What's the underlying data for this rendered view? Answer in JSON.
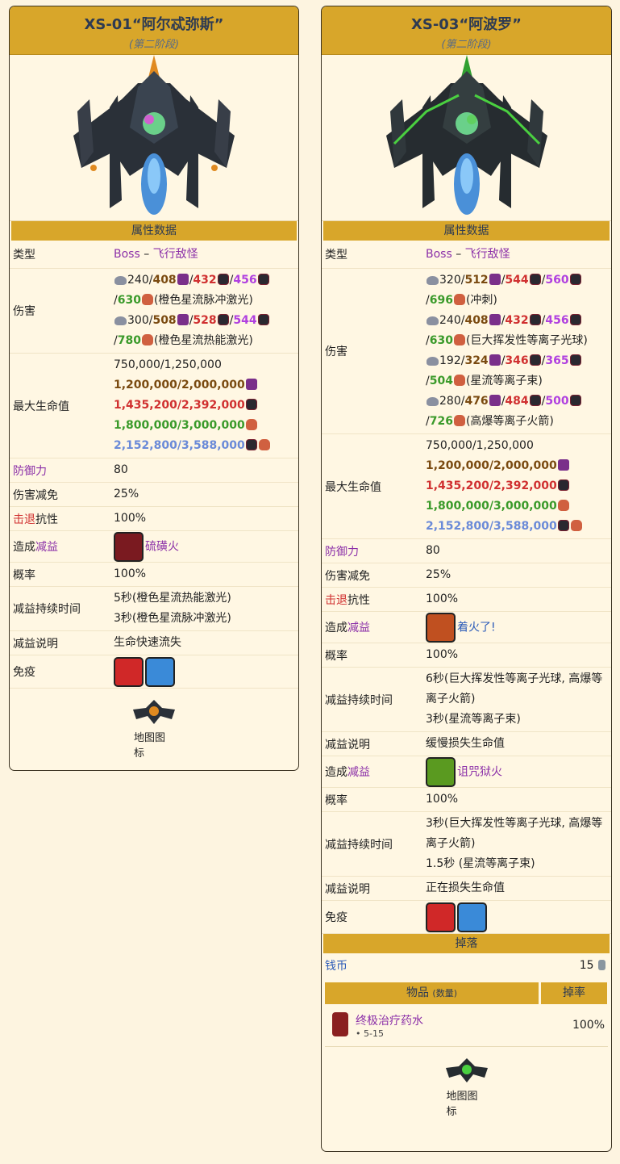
{
  "cards": [
    {
      "title": "XS-01“阿尔忒弥斯”",
      "stage": "(第二阶段)",
      "section_stats": "属性数据",
      "type_label": "类型",
      "type_boss": "Boss",
      "type_dash": " – ",
      "type_cat": "飞行敌怪",
      "damage_label": "伤害",
      "damage_lines": [
        {
          "base": "240/",
          "expert": "408",
          "master": "432",
          "legendary": "456",
          "gfb": "630",
          "desc": "(橙色星流脉冲激光)"
        },
        {
          "base": "300/",
          "expert": "508",
          "master": "528",
          "legendary": "544",
          "gfb": "780",
          "desc": "(橙色星流热能激光)"
        }
      ],
      "hp_label": "最大生命值",
      "hp": [
        "750,000/1,250,000",
        "1,200,000/2,000,000",
        "1,435,200/2,392,000",
        "1,800,000/3,000,000",
        "2,152,800/3,588,000"
      ],
      "defense_label": "防御力",
      "defense": "80",
      "dr_label": "伤害减免",
      "dr": "25%",
      "kb_label_a": "击退",
      "kb_label_b": "抗性",
      "kb": "100%",
      "debuff_label_a": "造成",
      "debuff_label_b": "减益",
      "debuffs": [
        {
          "name": "硫磺火",
          "chance_label": "概率",
          "chance": "100%",
          "duration_label": "减益持续时间",
          "durations": [
            "5秒(橙色星流热能激光)",
            "3秒(橙色星流脉冲激光)"
          ],
          "desc_label": "减益说明",
          "desc": "生命快速流失"
        }
      ],
      "immune_label": "免疫",
      "map_label": "地图图标"
    },
    {
      "title": "XS-03“阿波罗”",
      "stage": "(第二阶段)",
      "section_stats": "属性数据",
      "type_label": "类型",
      "type_boss": "Boss",
      "type_dash": " – ",
      "type_cat": "飞行敌怪",
      "damage_label": "伤害",
      "damage_lines": [
        {
          "base": "320/",
          "expert": "512",
          "master": "544",
          "legendary": "560",
          "gfb": "696",
          "desc": "(冲刺)"
        },
        {
          "base": "240/",
          "expert": "408",
          "master": "432",
          "legendary": "456",
          "gfb": "630",
          "desc": "(巨大挥发性等离子光球)"
        },
        {
          "base": "192/",
          "expert": "324",
          "master": "346",
          "legendary": "365",
          "gfb": "504",
          "desc": "(星流等离子束)"
        },
        {
          "base": "280/",
          "expert": "476",
          "master": "484",
          "legendary": "500",
          "gfb": "726",
          "desc": "(高爆等离子火箭)"
        }
      ],
      "hp_label": "最大生命值",
      "hp": [
        "750,000/1,250,000",
        "1,200,000/2,000,000",
        "1,435,200/2,392,000",
        "1,800,000/3,000,000",
        "2,152,800/3,588,000"
      ],
      "defense_label": "防御力",
      "defense": "80",
      "dr_label": "伤害减免",
      "dr": "25%",
      "kb_label_a": "击退",
      "kb_label_b": "抗性",
      "kb": "100%",
      "debuff_label_a": "造成",
      "debuff_label_b": "减益",
      "debuffs": [
        {
          "name": "着火了!",
          "chance_label": "概率",
          "chance": "100%",
          "duration_label": "减益持续时间",
          "durations": [
            "6秒(巨大挥发性等离子光球, 高爆等离子火箭)",
            "3秒(星流等离子束)"
          ],
          "desc_label": "减益说明",
          "desc": "缓慢损失生命值"
        },
        {
          "name": "诅咒狱火",
          "chance_label": "概率",
          "chance": "100%",
          "duration_label": "减益持续时间",
          "durations": [
            "3秒(巨大挥发性等离子光球, 高爆等离子火箭)",
            "1.5秒 (星流等离子束)"
          ],
          "desc_label": "减益说明",
          "desc": "正在损失生命值"
        }
      ],
      "immune_label": "免疫",
      "drops_label": "掉落",
      "coins_label": "钱币",
      "coins_value": "15",
      "drop_col_item": "物品",
      "drop_col_qty": "(数量)",
      "drop_col_rate": "掉率",
      "drop_item_name": "终极治疗药水",
      "drop_item_qty": "• 5-15",
      "drop_item_rate": "100%",
      "map_label": "地图图标"
    }
  ],
  "icons": [
    "wing-icon",
    "skull-icon",
    "hex-icon",
    "flame-icon",
    "brimstone-icon",
    "onfire-icon",
    "cursed-icon",
    "confused-icon",
    "frozen-icon",
    "potion-icon",
    "coin-icon"
  ]
}
